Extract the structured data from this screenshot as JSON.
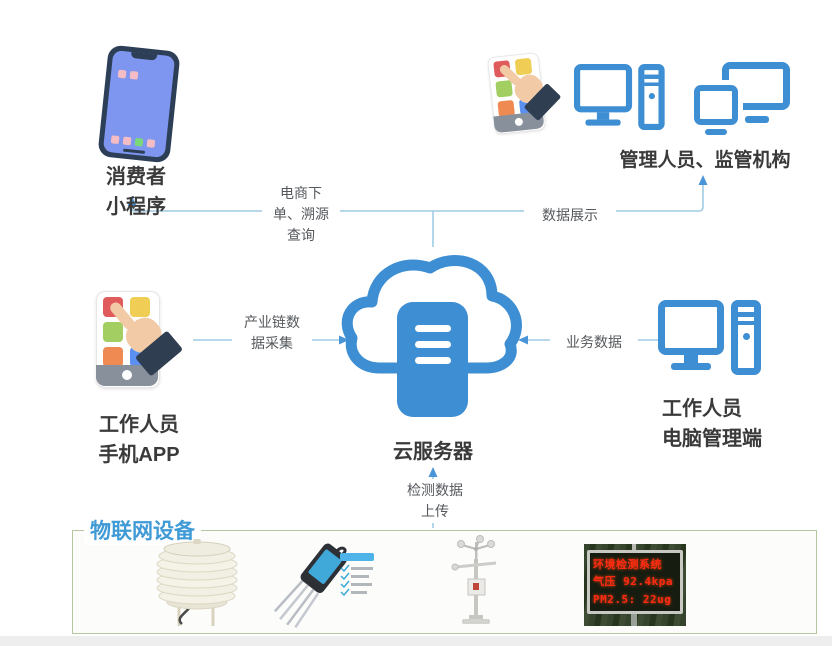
{
  "diagram": {
    "nodes": {
      "consumer": {
        "label": "消费者\n小程序"
      },
      "managers": {
        "label": "管理人员、监管机构"
      },
      "worker_app": {
        "label": "工作人员\n手机APP"
      },
      "cloud": {
        "label": "云服务器"
      },
      "worker_pc": {
        "label": "工作人员\n电脑管理端"
      }
    },
    "edges": {
      "order_trace": {
        "label": "电商下\n单、溯源\n查询"
      },
      "data_display": {
        "label": "数据展示"
      },
      "chain_collect": {
        "label": "产业链数\n据采集"
      },
      "business_data": {
        "label": "业务数据"
      },
      "monitor_upload": {
        "label": "检测数据\n上传"
      }
    },
    "iot_box": {
      "title": "物联网设备",
      "devices": [
        "louver-shield-sensor",
        "soil-moisture-sensor",
        "weather-station",
        "led-display-board"
      ],
      "led_display": {
        "line1": "环境检测系统",
        "line2": "气压 92.4kpa",
        "line3": "PM2.5: 22ug"
      }
    },
    "colors": {
      "icon_blue": "#3d8ed2",
      "connector_blue": "#9fcbe4",
      "arrow_blue": "#4a94d8",
      "iot_border_green": "#b5c79e",
      "iot_title_blue": "#3f9ad6",
      "led_red": "#ff2a10",
      "phone_navy": "#2d3e57",
      "phone_screen_blue": "#7e96ef"
    }
  }
}
